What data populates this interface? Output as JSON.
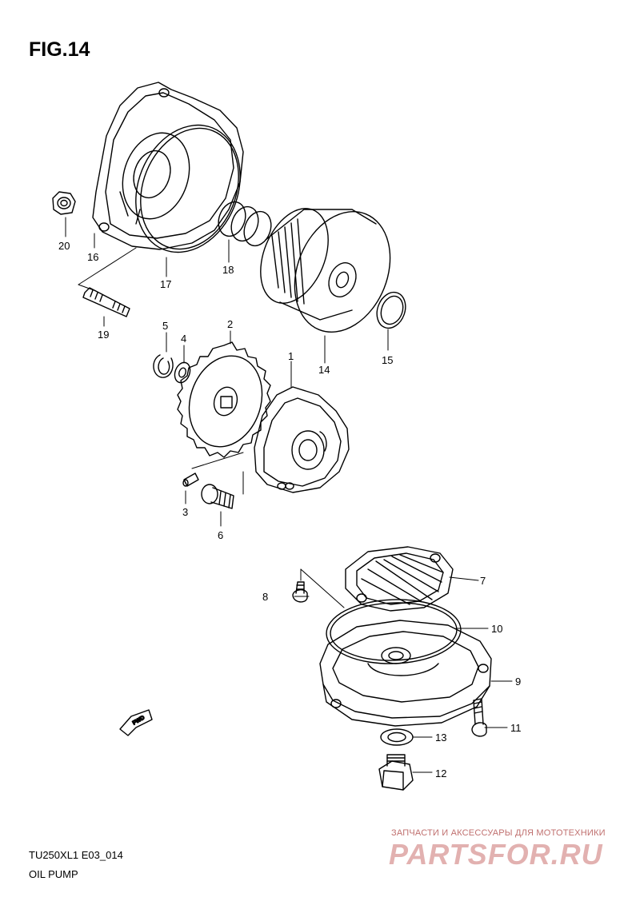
{
  "figure": {
    "title": "FIG.14",
    "model_code": "TU250XL1 E03_014",
    "section_name": "OIL PUMP"
  },
  "watermark": {
    "tagline": "ЗАПЧАСТИ И АКСЕССУАРЫ ДЛЯ МОТОТЕХНИКИ",
    "logo": "PARTSFOR.RU",
    "color": "#e2b1b0"
  },
  "fwd_arrow": {
    "label": "FWD"
  },
  "callouts": {
    "c1": "1",
    "c2": "2",
    "c3": "3",
    "c4": "4",
    "c5": "5",
    "c6": "6",
    "c7": "7",
    "c8": "8",
    "c9": "9",
    "c10": "10",
    "c11": "11",
    "c12": "12",
    "c13": "13",
    "c14": "14",
    "c15": "15",
    "c16": "16",
    "c17": "17",
    "c18": "18",
    "c19": "19",
    "c20": "20"
  }
}
